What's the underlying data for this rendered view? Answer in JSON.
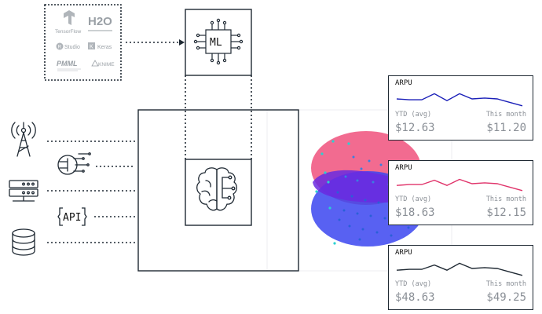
{
  "libraries": {
    "tensorflow": "TensorFlow",
    "h2o": "H2O",
    "rstudio": "Studio",
    "keras": "Keras",
    "pmml": "PMML",
    "knime": "KNIME"
  },
  "ml_chip_label": "ML",
  "api_label": "API",
  "cards": [
    {
      "title": "ARPU",
      "ytd_label": "YTD (avg)",
      "month_label": "This month",
      "ytd_value": "$12.63",
      "month_value": "$11.20",
      "color": "#1a1fb8",
      "trend": [
        0.5,
        0.55,
        0.55,
        0.2,
        0.6,
        0.2,
        0.5,
        0.45,
        0.5,
        0.7,
        0.9
      ]
    },
    {
      "title": "ARPU",
      "ytd_label": "YTD (avg)",
      "month_label": "This month",
      "ytd_value": "$18.63",
      "month_value": "$12.15",
      "color": "#e0336a",
      "trend": [
        0.6,
        0.55,
        0.55,
        0.3,
        0.6,
        0.25,
        0.5,
        0.45,
        0.5,
        0.7,
        0.9
      ]
    },
    {
      "title": "ARPU",
      "ytd_label": "YTD (avg)",
      "month_label": "This month",
      "ytd_value": "$48.63",
      "month_value": "$49.25",
      "color": "#1f2933",
      "trend": [
        0.6,
        0.55,
        0.55,
        0.3,
        0.6,
        0.2,
        0.5,
        0.45,
        0.5,
        0.7,
        0.9
      ]
    }
  ],
  "colors": {
    "line": "#1f2933",
    "pink": "#f0517c",
    "blue": "#3b45f0",
    "teal": "#2ad1d1"
  }
}
